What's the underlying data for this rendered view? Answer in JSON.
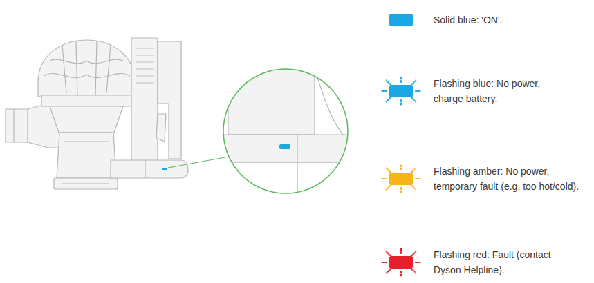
{
  "diagram": {
    "legend": [
      {
        "text": "Solid blue: 'ON'.",
        "color": "#1aa7e4"
      },
      {
        "text": "Flashing blue: No power, charge battery.",
        "color": "#1aa7e4"
      },
      {
        "text": "Flashing amber: No power, temporary fault (e.g. too hot/cold).",
        "color": "#f7b518"
      },
      {
        "text": "Flashing red: Fault (contact Dyson Helpline).",
        "color": "#e5202a"
      }
    ]
  }
}
